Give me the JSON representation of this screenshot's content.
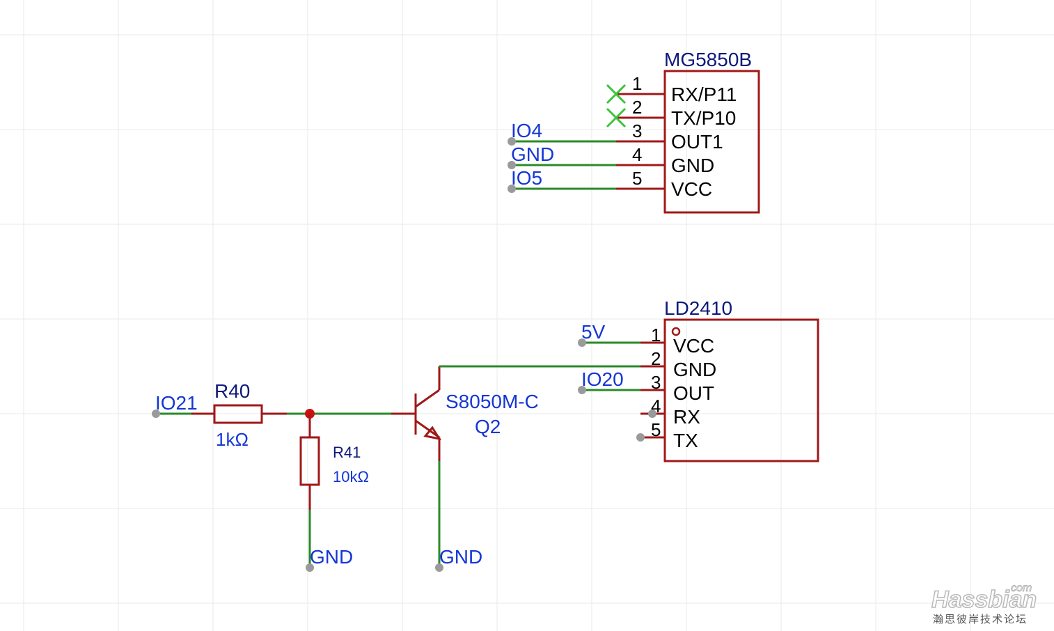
{
  "mg5850b": {
    "name": "MG5850B",
    "pins": [
      {
        "num": "1",
        "name": "RX/P11"
      },
      {
        "num": "2",
        "name": "TX/P10"
      },
      {
        "num": "3",
        "name": "OUT1"
      },
      {
        "num": "4",
        "name": "GND"
      },
      {
        "num": "5",
        "name": "VCC"
      }
    ],
    "nets": [
      "IO4",
      "GND",
      "IO5"
    ]
  },
  "ld2410": {
    "name": "LD2410",
    "pins": [
      {
        "num": "1",
        "name": "VCC"
      },
      {
        "num": "2",
        "name": "GND"
      },
      {
        "num": "3",
        "name": "OUT"
      },
      {
        "num": "4",
        "name": "RX"
      },
      {
        "num": "5",
        "name": "TX"
      }
    ],
    "nets": {
      "vcc": "5V",
      "out": "IO20"
    }
  },
  "r40": {
    "ref": "R40",
    "value": "1kΩ",
    "net": "IO21"
  },
  "r41": {
    "ref": "R41",
    "value": "10kΩ",
    "net": "GND"
  },
  "q2": {
    "part": "S8050M-C",
    "ref": "Q2",
    "emitter_net": "GND"
  },
  "watermark": {
    "main": "Hassbian",
    "com": "com",
    "sub": "瀚思彼岸技术论坛"
  },
  "colors": {
    "wire": "#2a8a2a",
    "body": "#a01818",
    "net_label": "#1436d6",
    "part_label": "#0d1a7a",
    "no_connect": "#3cc43c"
  }
}
